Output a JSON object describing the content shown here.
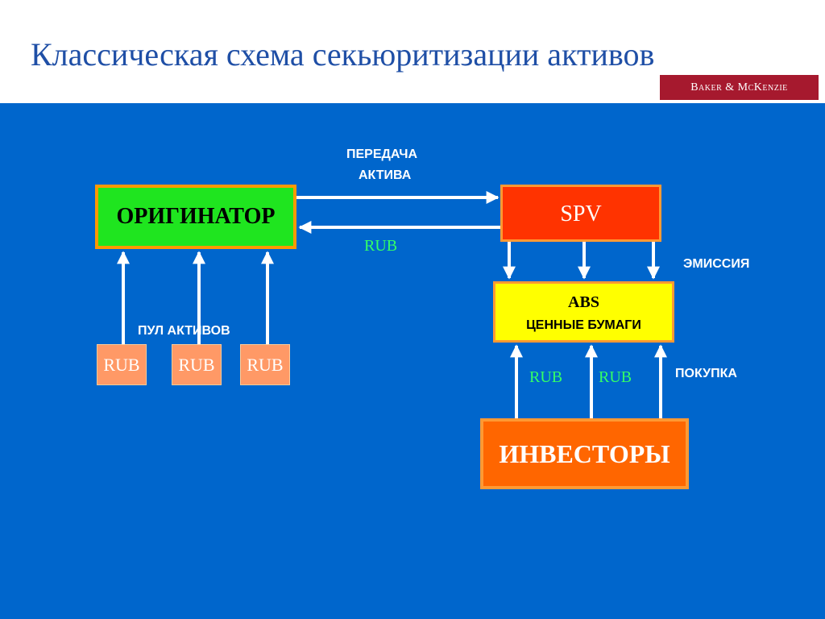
{
  "slide": {
    "title": "Классическая схема секьюритизации активов",
    "logo": "Baker & McKenzie"
  },
  "diagram": {
    "originator": "ОРИГИНАТОР",
    "spv": "SPV",
    "abs_title": "ABS",
    "abs_subtitle": "ЦЕННЫЕ БУМАГИ",
    "investors": "ИНВЕСТОРЫ",
    "transfer_label_line1": "ПЕРЕДАЧА",
    "transfer_label_line2": "АКТИВА",
    "rub_payment_label": "RUB",
    "pool_label": "ПУЛ АКТИВОВ",
    "pool_items": [
      "RUB",
      "RUB",
      "RUB"
    ],
    "emission_label": "ЭМИССИЯ",
    "purchase_label": "ПОКУПКА",
    "purchase_payments": [
      "RUB",
      "RUB"
    ]
  },
  "colors": {
    "background": "#0066cc",
    "title": "#1f4fa6",
    "originator": "#1fe51f",
    "spv": "#ff3300",
    "abs": "#ffff00",
    "investors": "#ff6600",
    "pool_item": "#ff9966",
    "payment_text": "#33ff66",
    "logo": "#a6192e"
  }
}
